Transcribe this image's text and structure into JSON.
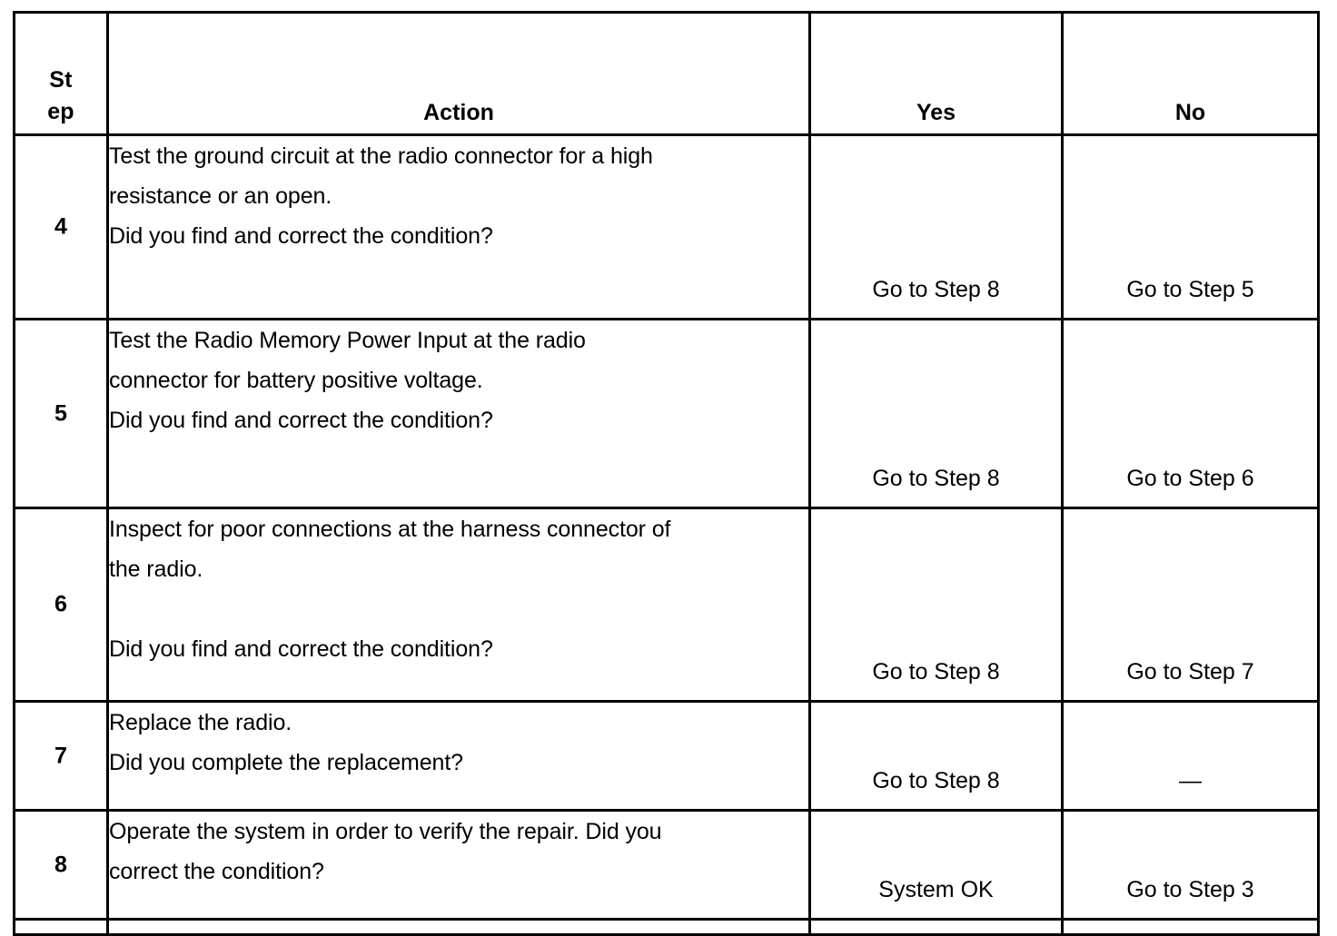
{
  "table": {
    "columns": {
      "step": {
        "label_line1": "St",
        "label_line2": "ep"
      },
      "action": {
        "label": "Action"
      },
      "yes": {
        "label": "Yes"
      },
      "no": {
        "label": "No"
      }
    },
    "rows": [
      {
        "step": "4",
        "action_lines": [
          "Test the ground circuit at the radio connector for a high",
          "resistance or an open.",
          "Did you find and correct the condition?"
        ],
        "yes": "Go to Step 8",
        "no": "Go to Step 5",
        "answer_align": "bottom"
      },
      {
        "step": "5",
        "action_lines": [
          "Test the Radio Memory Power Input at the radio",
          "connector for battery positive voltage.",
          "Did you find and correct the condition?"
        ],
        "yes": "Go to Step 8",
        "no": "Go to Step 6",
        "answer_align": "bottom"
      },
      {
        "step": "6",
        "action_lines": [
          "Inspect for poor connections at the harness connector of",
          "the radio.",
          "",
          "Did you find and correct the condition?"
        ],
        "yes": "Go to Step 8",
        "no": "Go to Step 7",
        "answer_align": "bottom"
      },
      {
        "step": "7",
        "action_lines": [
          "Replace the radio.",
          "Did you complete the replacement?"
        ],
        "yes": "Go to Step 8",
        "no": "—",
        "answer_align": "bottom"
      },
      {
        "step": "8",
        "action_lines": [
          "Operate the system in order to verify the repair. Did you",
          "correct the condition?"
        ],
        "yes": "System OK",
        "no": "Go to Step 3",
        "answer_align": "bottom"
      }
    ]
  },
  "colors": {
    "border": "#000000",
    "text": "#000000",
    "background": "#ffffff"
  }
}
